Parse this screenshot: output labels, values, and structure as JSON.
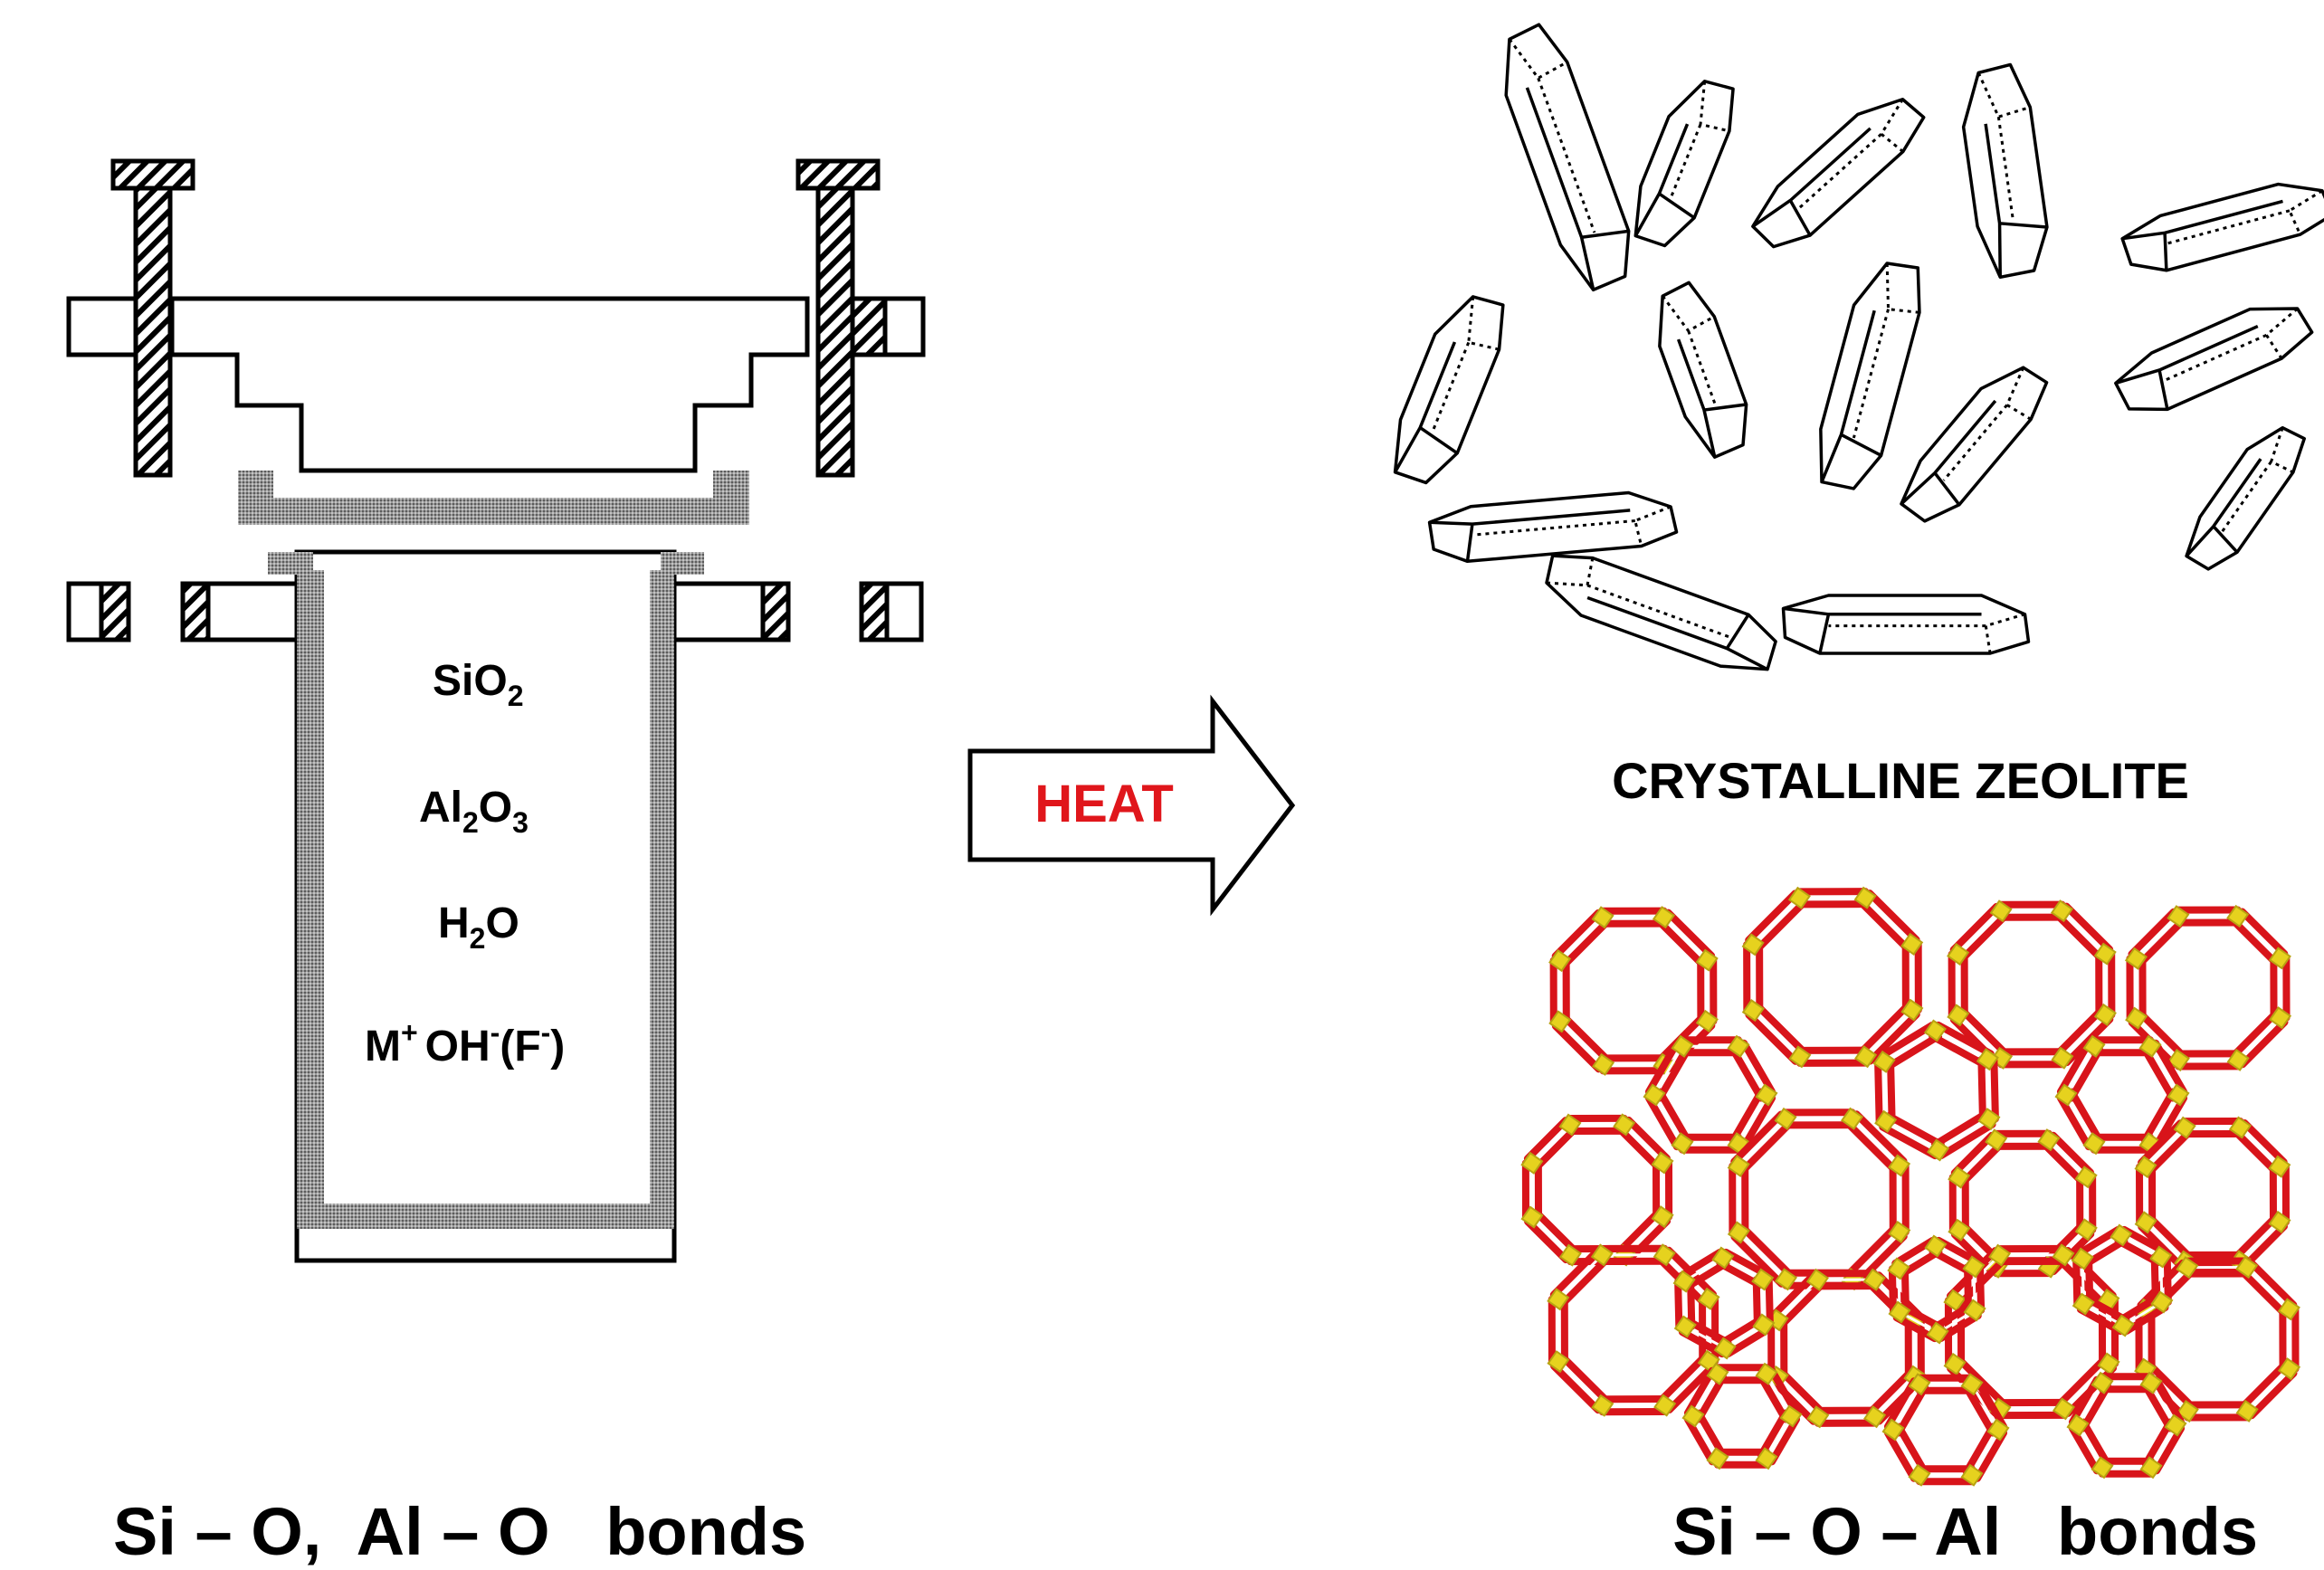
{
  "reagents": {
    "silica": "SiO",
    "silica_sub": "2",
    "alumina_a": "Al",
    "alumina_sub1": "2",
    "alumina_b": "O",
    "alumina_sub2": "3",
    "water_a": "H",
    "water_sub": "2",
    "water_b": "O",
    "base_m": "M",
    "base_m_sup": "+",
    "base_oh": "OH",
    "base_oh_sup": "-",
    "base_f_open": "(F",
    "base_f_sup": "-",
    "base_f_close": ")"
  },
  "arrow": {
    "label": "HEAT",
    "label_color": "#e0161b"
  },
  "product_label": "CRYSTALLINE ZEOLITE",
  "left_caption": "Si – O,  Al – O   bonds",
  "right_caption": "Si – O – Al   bonds",
  "colors": {
    "line": "#000000",
    "teflon": "#8a8a8a",
    "oxygen": "#d8141a",
    "silicon": "#e6d21e"
  }
}
